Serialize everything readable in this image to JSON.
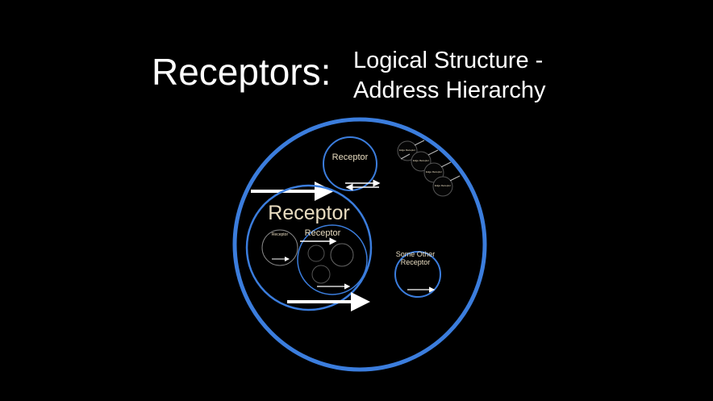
{
  "title": {
    "main": "Receptors:",
    "sub_line1": "Logical Structure -",
    "sub_line2": "Address Hierarchy"
  },
  "diagram": {
    "top_receptor": "Receptor",
    "big_receptor": "Receptor",
    "inner_receptor": "Receptor",
    "other_line1": "Some Other",
    "other_line2": "Receptor",
    "small_receptor": "Receptor",
    "edge_receptor": "Edge Receptor"
  },
  "colors": {
    "ring": "#3b7ddd",
    "background": "#000000"
  }
}
